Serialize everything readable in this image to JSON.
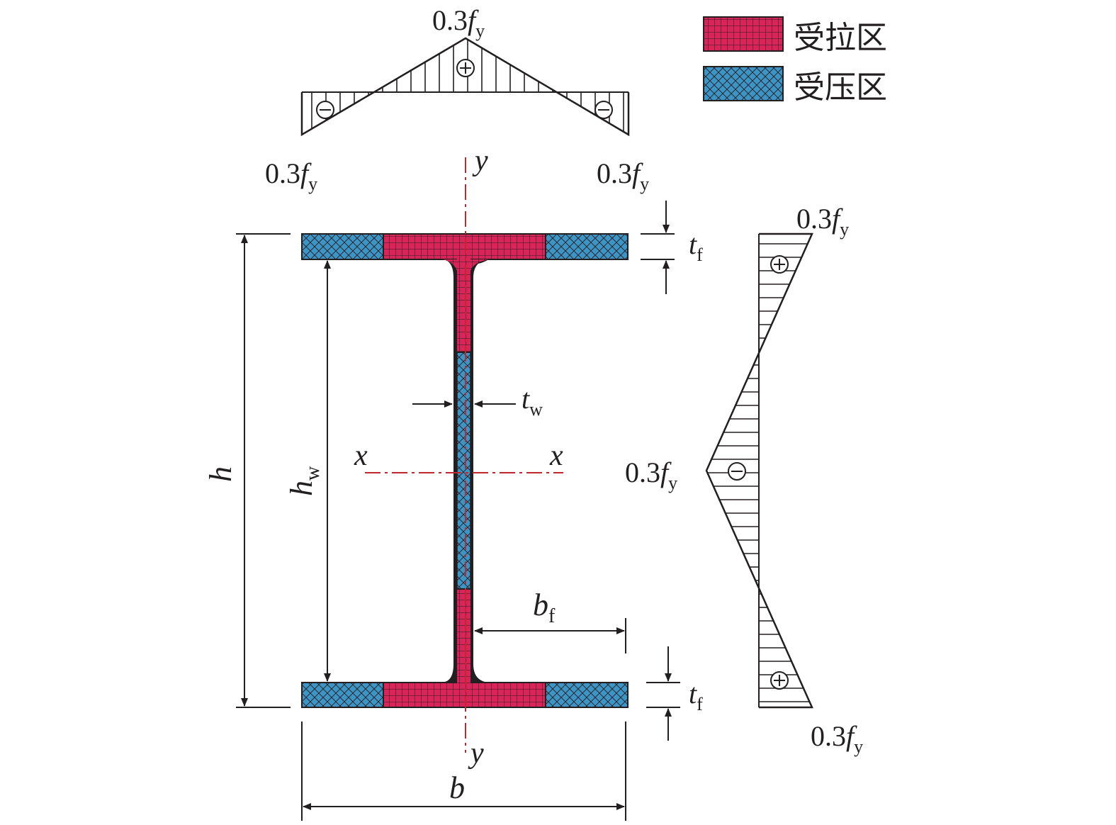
{
  "legend": {
    "tension_label": "受拉区",
    "compression_label": "受压区"
  },
  "stress": {
    "coef": "0.3",
    "symbol": "f",
    "sub": "y"
  },
  "axes": {
    "x": "x",
    "y": "y"
  },
  "dims": {
    "h": "h",
    "hw": "h",
    "hw_sub": "w",
    "tf": "t",
    "tf_sub": "f",
    "tw": "t",
    "tw_sub": "w",
    "bf": "b",
    "bf_sub": "f",
    "b": "b"
  },
  "colors": {
    "tension": "#d9245a",
    "compression": "#3e94c4",
    "outline": "#231f20",
    "axis": "#c1272d"
  }
}
